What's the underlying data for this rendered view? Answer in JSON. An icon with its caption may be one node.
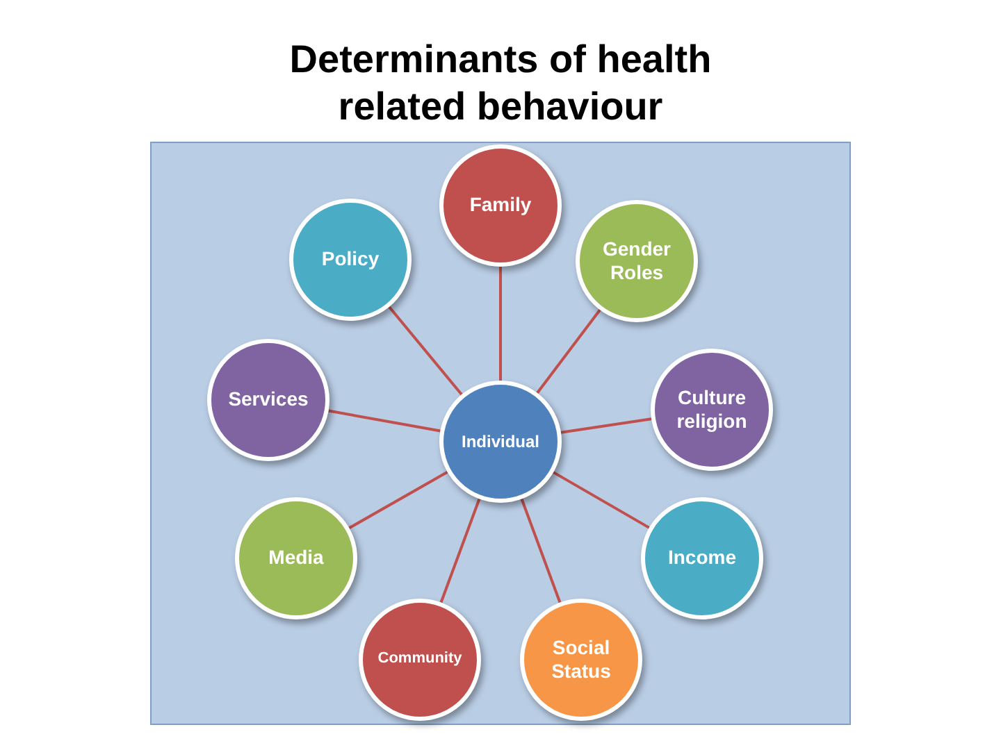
{
  "diagram": {
    "title": "Determinants of health related behaviour",
    "nodes": [
      {
        "text": [
          "Family"
        ]
      },
      {
        "text": [
          "Policy"
        ]
      },
      {
        "text": [
          "Gender Roles"
        ]
      },
      {
        "text": [
          "Services"
        ]
      },
      {
        "text": [
          "Culture religion"
        ]
      },
      {
        "text": [
          "Individual"
        ]
      },
      {
        "text": [
          "Media"
        ]
      },
      {
        "text": [
          "Income"
        ]
      },
      {
        "text": [
          "Community"
        ]
      },
      {
        "text": [
          "Social Status"
        ]
      }
    ],
    "edges": [
      {
        "from": 5,
        "to": 0,
        "arrow": "none"
      },
      {
        "from": 5,
        "to": 2,
        "arrow": "none"
      },
      {
        "from": 5,
        "to": 4,
        "arrow": "none"
      },
      {
        "from": 5,
        "to": 7,
        "arrow": "none"
      },
      {
        "from": 5,
        "to": 9,
        "arrow": "none"
      },
      {
        "from": 5,
        "to": 8,
        "arrow": "none"
      },
      {
        "from": 5,
        "to": 6,
        "arrow": "none"
      },
      {
        "from": 5,
        "to": 3,
        "arrow": "none"
      },
      {
        "from": 5,
        "to": 1,
        "arrow": "none"
      }
    ]
  }
}
